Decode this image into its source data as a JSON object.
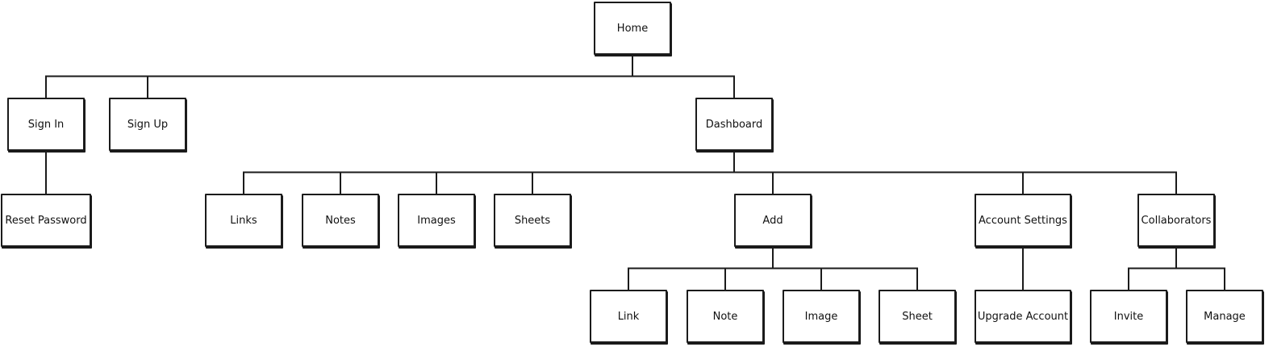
{
  "sitemap": {
    "root": {
      "id": "home",
      "label": "Home"
    },
    "nodes": [
      {
        "id": "home",
        "label": "Home",
        "parent": null
      },
      {
        "id": "sign-in",
        "label": "Sign In",
        "parent": "home"
      },
      {
        "id": "sign-up",
        "label": "Sign Up",
        "parent": "home"
      },
      {
        "id": "dashboard",
        "label": "Dashboard",
        "parent": "home"
      },
      {
        "id": "reset-password",
        "label": "Reset Password",
        "parent": "sign-in"
      },
      {
        "id": "links",
        "label": "Links",
        "parent": "dashboard"
      },
      {
        "id": "notes",
        "label": "Notes",
        "parent": "dashboard"
      },
      {
        "id": "images",
        "label": "Images",
        "parent": "dashboard"
      },
      {
        "id": "sheets",
        "label": "Sheets",
        "parent": "dashboard"
      },
      {
        "id": "add",
        "label": "Add",
        "parent": "dashboard"
      },
      {
        "id": "account-settings",
        "label": "Account Settings",
        "parent": "dashboard"
      },
      {
        "id": "collaborators",
        "label": "Collaborators",
        "parent": "dashboard"
      },
      {
        "id": "link",
        "label": "Link",
        "parent": "add"
      },
      {
        "id": "note",
        "label": "Note",
        "parent": "add"
      },
      {
        "id": "image",
        "label": "Image",
        "parent": "add"
      },
      {
        "id": "sheet",
        "label": "Sheet",
        "parent": "add"
      },
      {
        "id": "upgrade-account",
        "label": "Upgrade Account",
        "parent": "account-settings"
      },
      {
        "id": "invite",
        "label": "Invite",
        "parent": "collaborators"
      },
      {
        "id": "manage",
        "label": "Manage",
        "parent": "collaborators"
      }
    ]
  },
  "colors": {
    "stroke": "#1b1b1b",
    "text": "#111111",
    "background": "#ffffff"
  }
}
